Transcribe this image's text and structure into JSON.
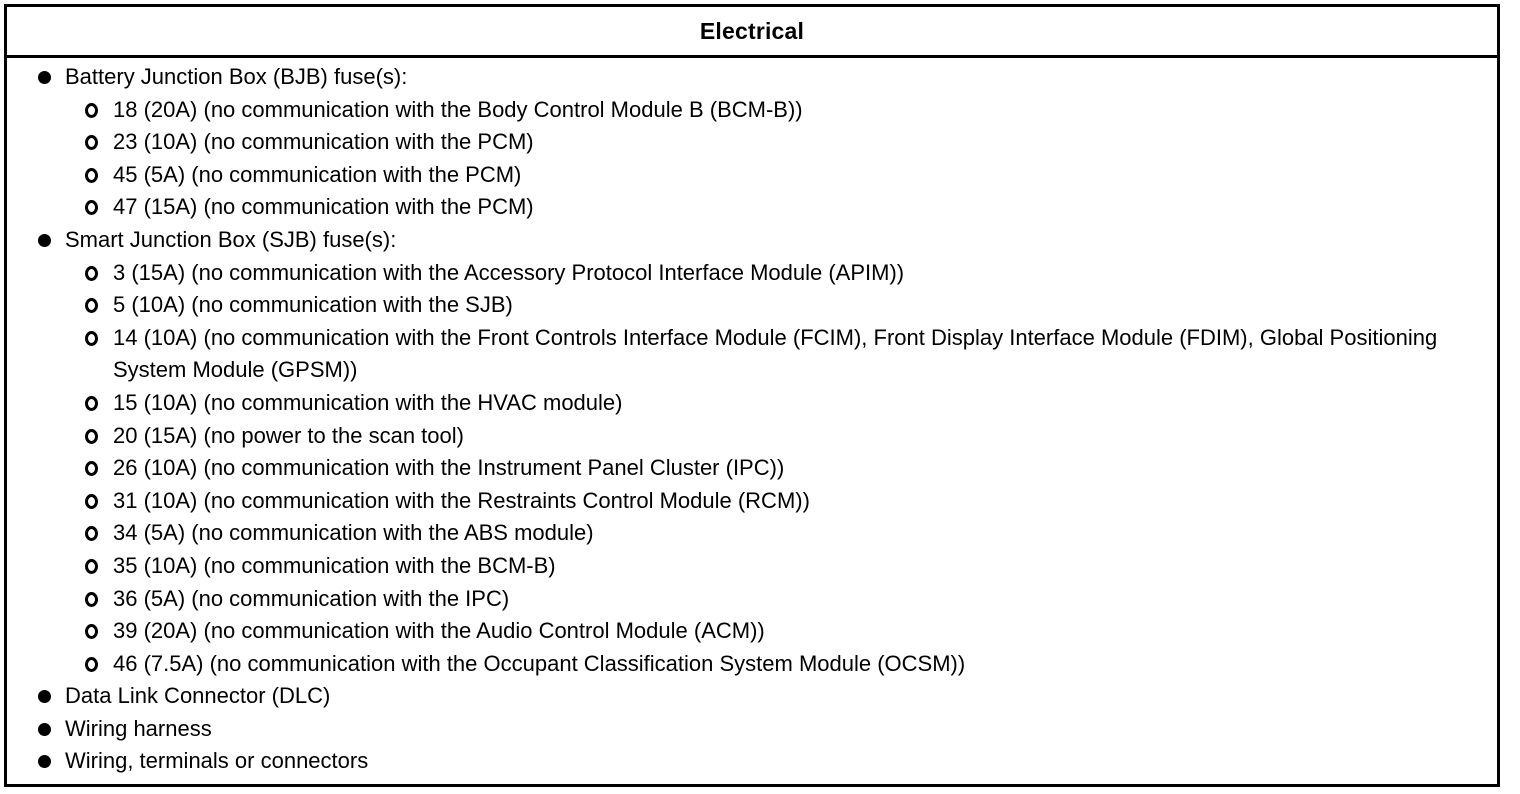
{
  "colors": {
    "background": "#ffffff",
    "text": "#000000",
    "border": "#000000"
  },
  "header": {
    "title": "Electrical"
  },
  "list": {
    "items": [
      {
        "level": 1,
        "text": "Battery Junction Box (BJB) fuse(s):"
      },
      {
        "level": 2,
        "text": "18 (20A) (no communication with the Body Control Module B (BCM-B))"
      },
      {
        "level": 2,
        "text": "23 (10A) (no communication with the PCM)"
      },
      {
        "level": 2,
        "text": "45 (5A) (no communication with the PCM)"
      },
      {
        "level": 2,
        "text": "47 (15A) (no communication with the PCM)"
      },
      {
        "level": 1,
        "text": "Smart Junction Box (SJB) fuse(s):"
      },
      {
        "level": 2,
        "text": "3 (15A) (no communication with the Accessory Protocol Interface Module (APIM))"
      },
      {
        "level": 2,
        "text": "5 (10A) (no communication with the SJB)"
      },
      {
        "level": 2,
        "text": "14 (10A) (no communication with the Front Controls Interface Module (FCIM), Front Display Interface Module (FDIM), Global Positioning System Module (GPSM))"
      },
      {
        "level": 2,
        "text": "15 (10A) (no communication with the HVAC module)"
      },
      {
        "level": 2,
        "text": "20 (15A) (no power to the scan tool)"
      },
      {
        "level": 2,
        "text": "26 (10A) (no communication with the Instrument Panel Cluster (IPC))"
      },
      {
        "level": 2,
        "text": "31 (10A) (no communication with the Restraints Control Module (RCM))"
      },
      {
        "level": 2,
        "text": "34 (5A) (no communication with the ABS module)"
      },
      {
        "level": 2,
        "text": "35 (10A) (no communication with the BCM-B)"
      },
      {
        "level": 2,
        "text": "36 (5A) (no communication with the IPC)"
      },
      {
        "level": 2,
        "text": "39 (20A) (no communication with the Audio Control Module (ACM))"
      },
      {
        "level": 2,
        "text": "46 (7.5A) (no communication with the Occupant Classification System Module (OCSM))"
      },
      {
        "level": 1,
        "text": "Data Link Connector (DLC)"
      },
      {
        "level": 1,
        "text": "Wiring harness"
      },
      {
        "level": 1,
        "text": "Wiring, terminals or connectors"
      }
    ]
  }
}
